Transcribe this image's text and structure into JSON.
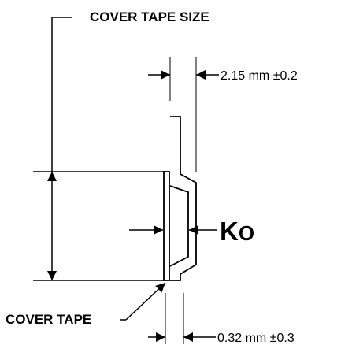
{
  "labels": {
    "cover_tape_size": "COVER TAPE SIZE",
    "top_dimension": "2.15 mm  ±0.2",
    "ko_main": "K",
    "ko_sub": "O",
    "cover_tape": "COVER TAPE",
    "bottom_dimension": "0.32 mm  ±0.3"
  },
  "colors": {
    "line": "#000000",
    "background": "#ffffff"
  }
}
